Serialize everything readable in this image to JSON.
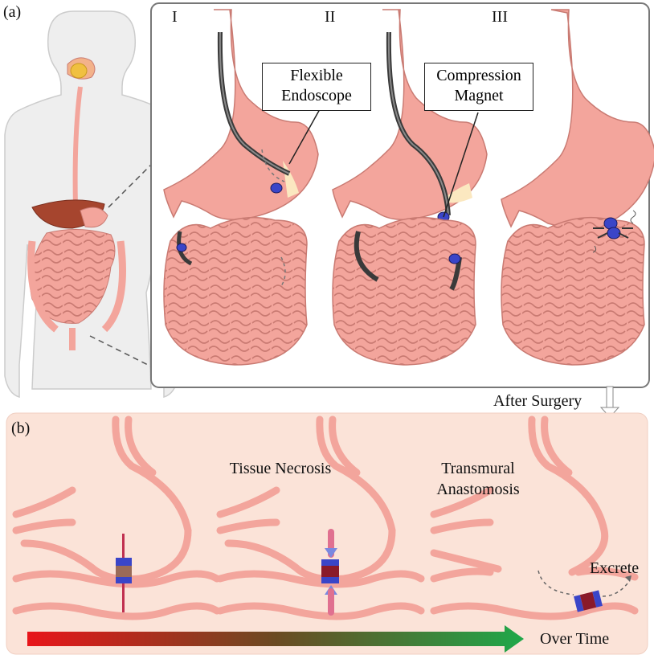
{
  "panel_a": {
    "label": "(a)",
    "stage_numerals": [
      "I",
      "II",
      "III"
    ],
    "callouts": {
      "flexible_endoscope": "Flexible Endoscope",
      "compression_magnet": "Compression Magnet"
    }
  },
  "after_surgery": "After Surgery",
  "panel_b": {
    "label": "(b)",
    "stages": {
      "tissue_necrosis": "Tissue Necrosis",
      "transmural_anastomosis": "Transmural Anastomosis",
      "excrete": "Excrete"
    },
    "timeline_label": "Over Time"
  },
  "colors": {
    "organ_pink": "#f3a59c",
    "organ_outline": "#c97a72",
    "panel_b_bg": "#fbe3d8",
    "magnet_blue": "#3a45c8",
    "magnet_red": "#8a1a2a",
    "arrow_start": "#e8151a",
    "arrow_end": "#1fa84a"
  },
  "icons": [
    "human-body-icon",
    "stomach-icon",
    "small-intestine-icon",
    "endoscope-icon",
    "magnet-icon"
  ]
}
